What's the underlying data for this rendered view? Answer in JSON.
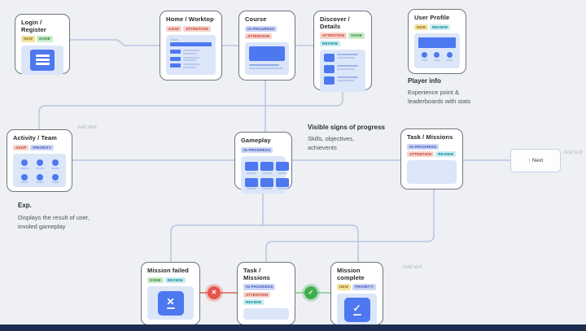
{
  "canvas": {
    "background_color": "#eef0f3",
    "connector_color": "#b9c4e4",
    "fail_color": "#e8544a",
    "success_color": "#3fae4f",
    "bottom_bar_color": "#1d2d52",
    "accent_blue": "#4d78ef"
  },
  "badge_colors": {
    "new": {
      "bg": "#f3e3a0",
      "text": "#8a6d1a"
    },
    "done": {
      "bg": "#c9ecc9",
      "text": "#2e7d32"
    },
    "asap_attention": {
      "bg": "#f6d2cb",
      "text": "#c0392b"
    },
    "in_progress_priority": {
      "bg": "#ccd7f7",
      "text": "#3f51b5"
    },
    "review": {
      "bg": "#c9ecf2",
      "text": "#00838f"
    }
  },
  "nodes": [
    {
      "id": "login-register",
      "title": "Login / Register",
      "badges": [
        {
          "label": "NEW"
        },
        {
          "label": "DONE"
        }
      ]
    },
    {
      "id": "home-worktop",
      "title": "Home / Worktop",
      "badges": [
        {
          "label": "ASAP"
        },
        {
          "label": "ATTENTION"
        }
      ]
    },
    {
      "id": "course",
      "title": "Course",
      "badges": [
        {
          "label": "IN PROGRESS"
        },
        {
          "label": "ATTENTION"
        }
      ]
    },
    {
      "id": "discover-details",
      "title": "Discover / Details",
      "badges": [
        {
          "label": "ATTENTION"
        },
        {
          "label": "DONE"
        },
        {
          "label": "REVIEW"
        }
      ]
    },
    {
      "id": "user-profile",
      "title": "User Profile",
      "badges": [
        {
          "label": "NEW"
        },
        {
          "label": "REVIEW"
        }
      ]
    },
    {
      "id": "activity-team",
      "title": "Activity / Team",
      "badges": [
        {
          "label": "ASAP"
        },
        {
          "label": "PRIORITY"
        }
      ]
    },
    {
      "id": "gameplay",
      "title": "Gameplay",
      "badges": [
        {
          "label": "IN PROGRESS"
        }
      ]
    },
    {
      "id": "task-missions-mid",
      "title": "Task / Missions",
      "badges": [
        {
          "label": "IN PROGRESS"
        },
        {
          "label": "ATTENTION"
        },
        {
          "label": "REVIEW"
        }
      ]
    },
    {
      "id": "mission-failed",
      "title": "Mission failed",
      "badges": [
        {
          "label": "DONE"
        },
        {
          "label": "REVIEW"
        }
      ]
    },
    {
      "id": "task-missions-bottom",
      "title": "Task / Missions",
      "badges": [
        {
          "label": "IN PROGRESS"
        },
        {
          "label": "ATTENTION"
        },
        {
          "label": "REVIEW"
        }
      ]
    },
    {
      "id": "mission-complete",
      "title": "Mission complete",
      "badges": [
        {
          "label": "NEW"
        },
        {
          "label": "PRIORITY"
        }
      ]
    }
  ],
  "annotations": {
    "player_info_title": "Player info",
    "player_info_body": "Experience point & leaderboards with stats",
    "progress_title": "Visible signs of progress",
    "progress_body": "Skills, objectives, achievents",
    "exp_title": "Exp.",
    "exp_body": "Displays the result of user, involed gameplay",
    "add_text": "Add text"
  },
  "next_button": {
    "icon": "↑",
    "label": "Next"
  },
  "indicators": {
    "fail_glyph": "✕",
    "success_glyph": "✓"
  }
}
